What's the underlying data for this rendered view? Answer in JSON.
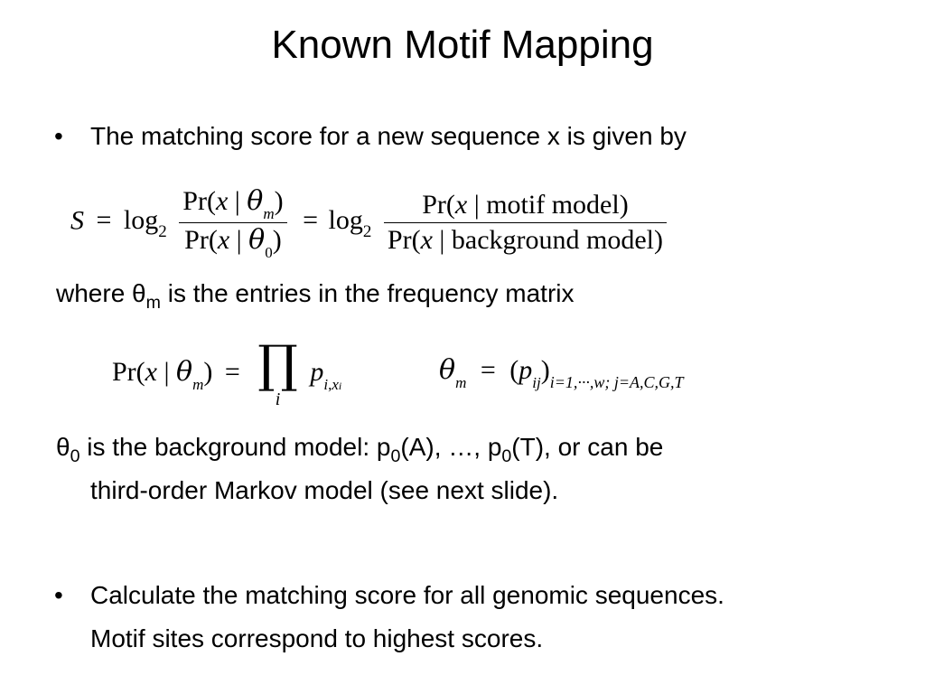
{
  "slide": {
    "title": "Known Motif Mapping",
    "bullet_char": "•",
    "bullet1_text": "The matching score for a new sequence x is given by",
    "where_text": "where ",
    "theta_symbol": "θ",
    "theta_m_sub": "m",
    "where_rest": " is the entries in the frequency matrix",
    "theta0_sub": "0",
    "background_line1_a": " is the background model: p",
    "p_sub": "0",
    "background_line1_b": "(A), …, p",
    "background_line1_c": "(T), or can be",
    "background_line2": "third-order Markov model (see next slide).",
    "bullet2_line1": "Calculate the matching score for all genomic sequences.",
    "bullet2_line2": "Motif sites correspond to highest scores."
  },
  "formula1": {
    "lhs": "S",
    "eq": "=",
    "log": "log",
    "log_base": "2",
    "pr_open": "Pr(",
    "x": "x",
    "bar": " | ",
    "theta": "θ",
    "sub_m": "m",
    "sub_0": "0",
    "close": ")",
    "num2": "motif  model",
    "den2": "background  model"
  },
  "formula2": {
    "pr_open": "Pr(",
    "x": "x",
    "bar": " | ",
    "theta": "θ",
    "sub_m": "m",
    "close": ")",
    "eq": "=",
    "prod": "∏",
    "prod_index": "i",
    "p": "p",
    "p_sub_i": "i",
    "p_sub_comma": ",",
    "p_sub_x": "x",
    "p_sub_xi": "i"
  },
  "formula3": {
    "theta": "θ",
    "sub_m": "m",
    "eq": "=",
    "open": "(",
    "p": "p",
    "p_sub": "ij",
    "close": ")",
    "range": "i=1,···,w; j=A,C,G,T"
  }
}
